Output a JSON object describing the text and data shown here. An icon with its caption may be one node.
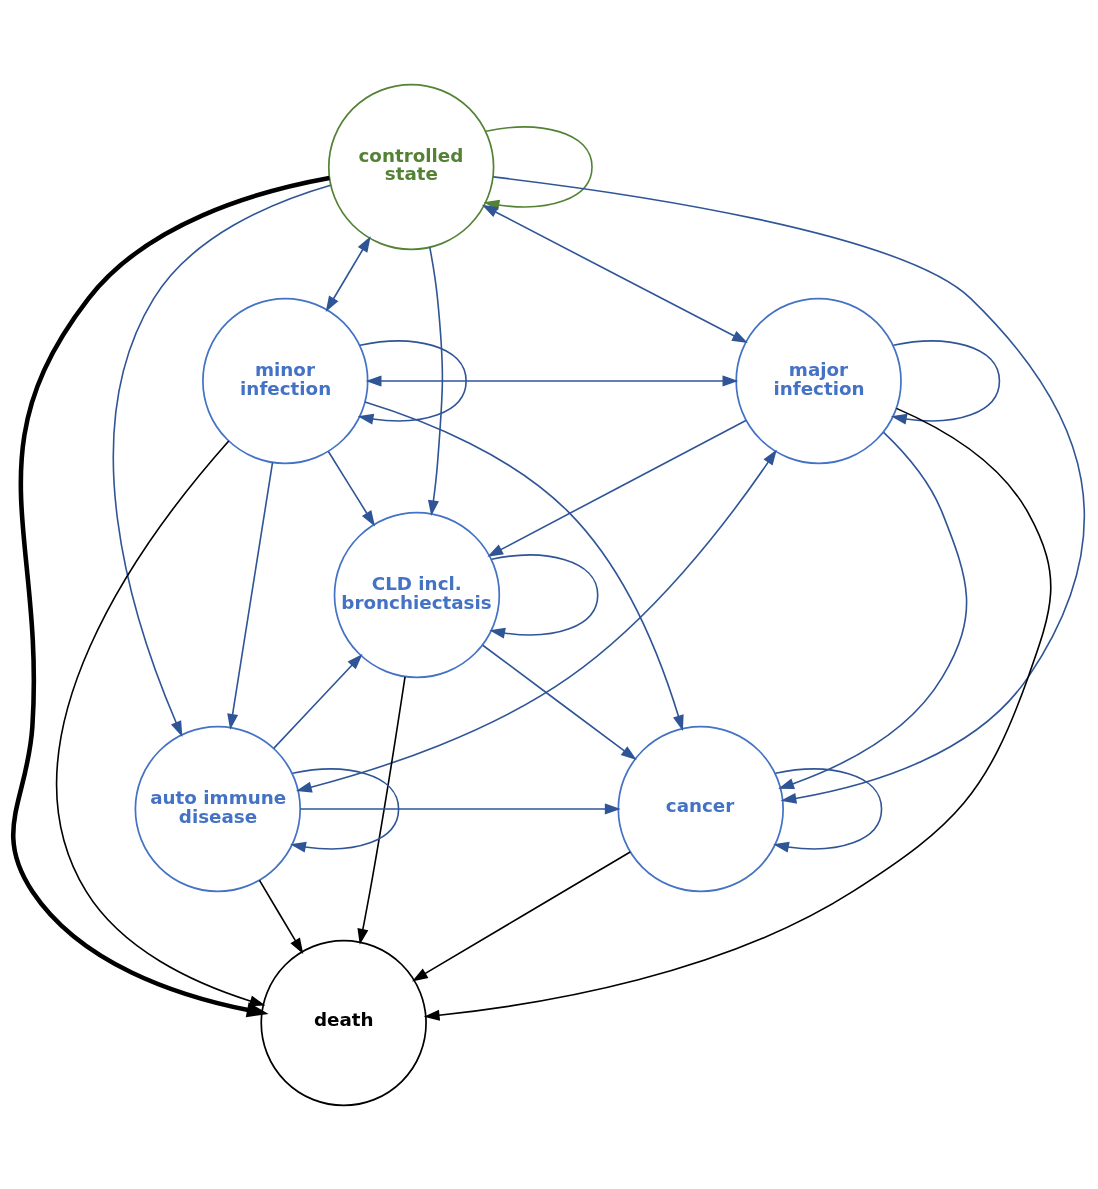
{
  "diagram": {
    "nodes": [
      {
        "text": [
          "controlled state"
        ]
      },
      {
        "text": [
          "minor infection"
        ]
      },
      {
        "text": [
          "major infection"
        ]
      },
      {
        "text": [
          "CLD incl. bronchiectasis"
        ]
      },
      {
        "text": [
          "auto immune disease"
        ]
      },
      {
        "text": [
          "cancer"
        ]
      },
      {
        "text": [
          "death"
        ]
      }
    ],
    "edges": [
      {
        "from": 0,
        "to": 0,
        "arrow": "to",
        "color": "#548235"
      },
      {
        "from": 1,
        "to": 1,
        "arrow": "to"
      },
      {
        "from": 2,
        "to": 2,
        "arrow": "to"
      },
      {
        "from": 3,
        "to": 3,
        "arrow": "to"
      },
      {
        "from": 4,
        "to": 4,
        "arrow": "to"
      },
      {
        "from": 5,
        "to": 5,
        "arrow": "to"
      },
      {
        "from": 0,
        "to": 1,
        "arrow": "both"
      },
      {
        "from": 0,
        "to": 2,
        "arrow": "both"
      },
      {
        "from": 1,
        "to": 2,
        "arrow": "both"
      },
      {
        "from": 0,
        "to": 3,
        "arrow": "to"
      },
      {
        "from": 0,
        "to": 4,
        "arrow": "to"
      },
      {
        "from": 0,
        "to": 5,
        "arrow": "to"
      },
      {
        "from": 0,
        "to": 6,
        "arrow": "to",
        "color": "#000000",
        "style": "thick"
      },
      {
        "from": 1,
        "to": 3,
        "arrow": "to"
      },
      {
        "from": 1,
        "to": 5,
        "arrow": "to"
      },
      {
        "from": 1,
        "to": 4,
        "arrow": "to"
      },
      {
        "from": 1,
        "to": 6,
        "arrow": "to",
        "color": "#000000"
      },
      {
        "from": 2,
        "to": 3,
        "arrow": "to"
      },
      {
        "from": 2,
        "to": 4,
        "arrow": "both"
      },
      {
        "from": 2,
        "to": 5,
        "arrow": "to"
      },
      {
        "from": 2,
        "to": 6,
        "arrow": "to",
        "color": "#000000"
      },
      {
        "from": 4,
        "to": 3,
        "arrow": "to"
      },
      {
        "from": 3,
        "to": 5,
        "arrow": "to"
      },
      {
        "from": 3,
        "to": 6,
        "arrow": "to",
        "color": "#000000"
      },
      {
        "from": 4,
        "to": 5,
        "arrow": "to"
      },
      {
        "from": 4,
        "to": 6,
        "arrow": "to",
        "color": "#000000"
      },
      {
        "from": 5,
        "to": 6,
        "arrow": "to",
        "color": "#000000"
      }
    ]
  }
}
